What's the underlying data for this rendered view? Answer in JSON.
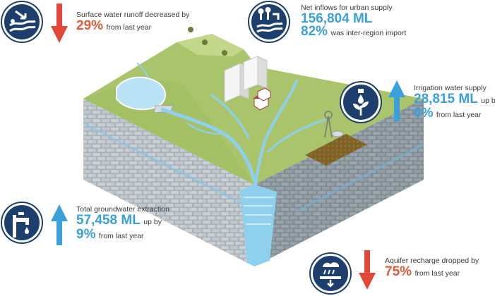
{
  "colors": {
    "navy": "#1d3f6e",
    "up_arrow": "#3aa0dc",
    "down_arrow": "#e2473a",
    "land": "#a9c46a",
    "water": "#8fd0ee",
    "rock": "#8e9aa3"
  },
  "callouts": {
    "surface_runoff": {
      "icon": "runoff-icon",
      "trend": "down",
      "label": "Surface water runoff decreased by",
      "value": "29%",
      "suffix": "from last year"
    },
    "urban_supply": {
      "icon": "urban-supply-icon",
      "label": "Net inflows for urban supply",
      "value": "156,804 ML",
      "value2": "82%",
      "suffix2": "was inter-region import"
    },
    "irrigation": {
      "icon": "irrigation-icon",
      "trend": "up",
      "label": "Irrigation water supply",
      "value": "28,815 ML",
      "value_suffix": "up by",
      "value2": "6%",
      "suffix2": "from last year"
    },
    "groundwater": {
      "icon": "groundwater-tap-icon",
      "trend": "up",
      "label": "Total groundwater extraction",
      "value": "57,458 ML",
      "value_suffix": "up by",
      "value2": "9%",
      "suffix2": "from last year"
    },
    "aquifer": {
      "icon": "aquifer-recharge-icon",
      "trend": "down",
      "label": "Aquifer recharge dropped by",
      "value": "75%",
      "suffix": "from last year"
    }
  }
}
